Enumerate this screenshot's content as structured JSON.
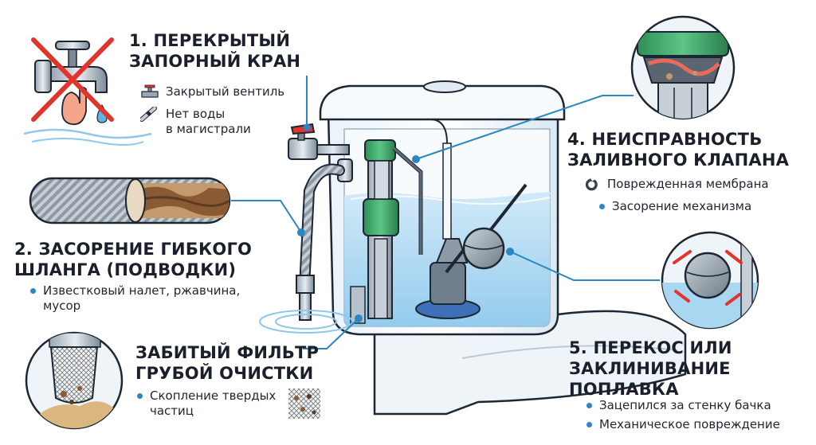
{
  "colors": {
    "accent": "#2a86c4",
    "text": "#1a1f2b",
    "water": "#bfe1f5",
    "valve_green": "#3fae6a",
    "warning_red": "#e0342c"
  },
  "sections": {
    "s1": {
      "title_line1": "1. ПЕРЕКРЫТЫЙ",
      "title_line2": "ЗАПОРНЫЙ КРАН",
      "items": [
        {
          "icon": "valve-icon",
          "text": "Закрытый вентиль"
        },
        {
          "icon": "pipe-icon",
          "text_line1": "Нет воды",
          "text_line2": "в магистрали"
        }
      ]
    },
    "s2": {
      "title_line1": "2. ЗАСОРЕНИЕ ГИБКОГО",
      "title_line2": "ШЛАНГА (ПОДВОДКИ)",
      "items": [
        {
          "text_line1": "Известковый налет, ржавчина,",
          "text_line2": "мусор"
        }
      ]
    },
    "s3": {
      "title_line1": "ЗАБИТЫЙ ФИЛЬТР",
      "title_line2": "ГРУБОЙ ОЧИСТКИ",
      "items": [
        {
          "text_line1": "Скопление твердых",
          "text_line2": "частиц"
        }
      ]
    },
    "s4": {
      "title_line1": "4. НЕИСПРАВНОСТЬ",
      "title_line2": "ЗАЛИВНОГО КЛАПАНА",
      "items": [
        {
          "icon": "membrane-icon",
          "text": "Поврежденная мембрана"
        },
        {
          "text": "Засорение механизма"
        }
      ]
    },
    "s5": {
      "title_line1": "5. ПЕРЕКОС ИЛИ",
      "title_line2": "ЗАКЛИНИВАНИЕ",
      "title_line3": "ПОПЛАВКА",
      "items": [
        {
          "text": "Зацепился за стенку бачка"
        },
        {
          "text": "Механическое повреждение"
        }
      ]
    }
  }
}
